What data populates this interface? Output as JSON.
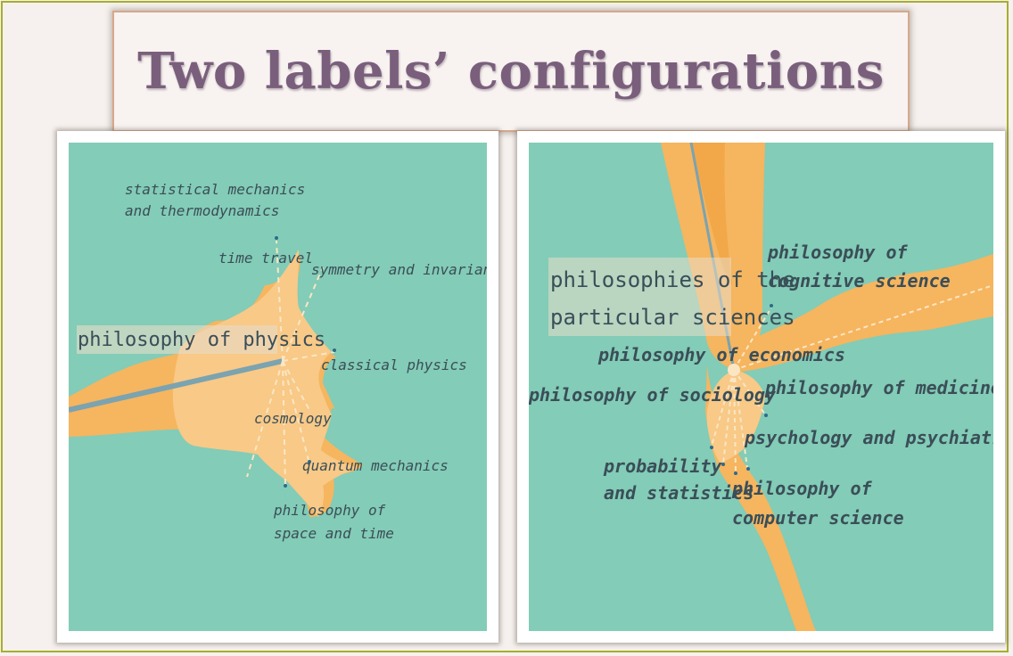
{
  "title": "Two labels’ configurations",
  "colors": {
    "teal": "#83ccb7",
    "orange": "#f6b55f",
    "orange_light": "#f8c987",
    "line_blue": "#7ba3b0",
    "text": "#3a4e58",
    "title": "#7a5f7c",
    "frame": "#a7ae2c"
  },
  "left_panel": {
    "center_label": "philosophy of physics",
    "labels": [
      "statistical mechanics",
      "and thermodynamics",
      "time travel",
      "symmetry and invariance",
      "classical physics",
      "cosmology",
      "quantum mechanics",
      "philosophy of",
      "space and time"
    ]
  },
  "right_panel": {
    "center_label_line1": "philosophies of the",
    "center_label_line2": "particular sciences",
    "labels": [
      "philosophy of",
      "cognitive science",
      "philosophy of economics",
      "philosophy of sociology",
      "philosophy of medicine",
      "psychology and psychiatry",
      "probability",
      "and statistics",
      "philosophy of",
      "computer science"
    ]
  }
}
